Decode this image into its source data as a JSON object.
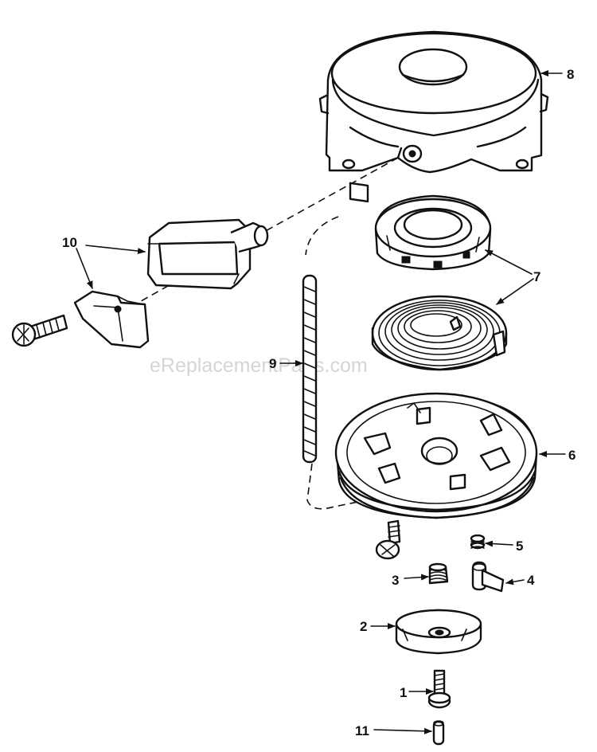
{
  "watermark": "eReplacementParts.com",
  "callouts": [
    {
      "id": "8",
      "label": "8"
    },
    {
      "id": "10",
      "label": "10"
    },
    {
      "id": "7",
      "label": "7"
    },
    {
      "id": "9",
      "label": "9"
    },
    {
      "id": "6",
      "label": "6"
    },
    {
      "id": "5",
      "label": "5"
    },
    {
      "id": "3",
      "label": "3"
    },
    {
      "id": "4",
      "label": "4"
    },
    {
      "id": "2",
      "label": "2"
    },
    {
      "id": "1",
      "label": "1"
    },
    {
      "id": "11",
      "label": "11"
    }
  ]
}
